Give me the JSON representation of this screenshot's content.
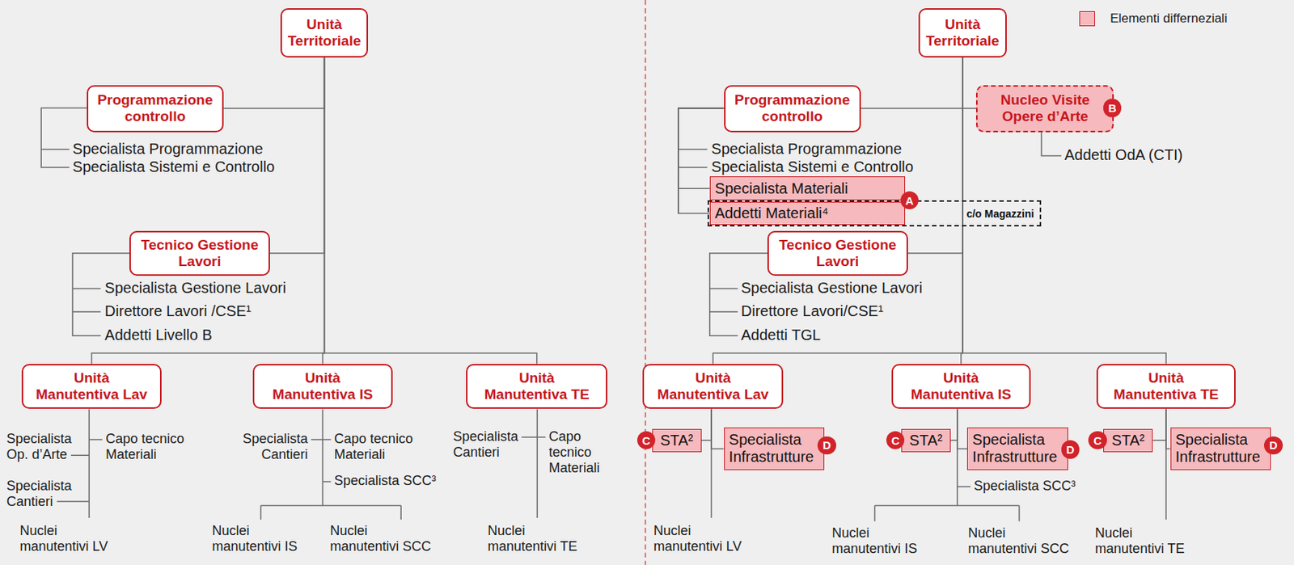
{
  "diagram": {
    "nodes": [
      {
        "text": [
          "Unità Territoriale"
        ]
      },
      {
        "text": [
          "Programmazione controllo"
        ]
      },
      {
        "text": [
          "Tecnico Gestione Lavori"
        ]
      },
      {
        "text": [
          "Unità Manutentiva Lav"
        ]
      },
      {
        "text": [
          "Unità Manutentiva IS"
        ]
      },
      {
        "text": [
          "Unità Manutentiva TE"
        ]
      },
      {
        "text": [
          "Unità Territoriale"
        ]
      },
      {
        "text": [
          "Programmazione controllo"
        ]
      },
      {
        "text": [
          "Nucleo Visite Opere d’Arte"
        ]
      },
      {
        "text": [
          "B"
        ]
      },
      {
        "text": [
          "Specialista Materiali"
        ]
      },
      {
        "text": [
          "c/o Magazzini"
        ]
      },
      {
        "text": [
          "Addetti Materiali⁴"
        ],
        "in": 11
      },
      {
        "text": [
          "A"
        ]
      },
      {
        "text": [
          "Tecnico Gestione Lavori"
        ]
      },
      {
        "text": [
          "Unità Manutentiva Lav"
        ]
      },
      {
        "text": [
          "C"
        ]
      },
      {
        "text": [
          "STA²"
        ]
      },
      {
        "text": [
          "Specialista Infrastrutture"
        ]
      },
      {
        "text": [
          "D"
        ]
      },
      {
        "text": [
          "Unità Manutentiva IS"
        ]
      },
      {
        "text": [
          "C"
        ]
      },
      {
        "text": [
          "STA²"
        ]
      },
      {
        "text": [
          "Specialista Infrastrutture"
        ]
      },
      {
        "text": [
          "D"
        ]
      },
      {
        "text": [
          "Unità Manutentiva TE"
        ]
      },
      {
        "text": [
          "C"
        ]
      },
      {
        "text": [
          "STA²"
        ]
      },
      {
        "text": [
          "Specialista Infrastrutture"
        ]
      },
      {
        "text": [
          "D"
        ]
      }
    ],
    "edges": [
      {
        "from": 0,
        "to": 1,
        "arrow": "none"
      },
      {
        "from": 0,
        "to": 2,
        "arrow": "none"
      },
      {
        "from": 0,
        "to": 3,
        "arrow": "none"
      },
      {
        "from": 0,
        "to": 4,
        "arrow": "none"
      },
      {
        "from": 0,
        "to": 5,
        "arrow": "none"
      },
      {
        "from": 6,
        "to": 7,
        "arrow": "none"
      },
      {
        "from": 6,
        "to": 8,
        "arrow": "none"
      },
      {
        "from": 7,
        "to": 10,
        "arrow": "none"
      },
      {
        "from": 7,
        "to": 12,
        "arrow": "none"
      },
      {
        "from": 6,
        "to": 14,
        "arrow": "none"
      },
      {
        "from": 6,
        "to": 15,
        "arrow": "none"
      },
      {
        "from": 6,
        "to": 20,
        "arrow": "none"
      },
      {
        "from": 6,
        "to": 25,
        "arrow": "none"
      },
      {
        "from": 15,
        "to": 17,
        "arrow": "none"
      },
      {
        "from": 15,
        "to": 18,
        "arrow": "none"
      },
      {
        "from": 20,
        "to": 22,
        "arrow": "none"
      },
      {
        "from": 20,
        "to": 23,
        "arrow": "none"
      },
      {
        "from": 25,
        "to": 27,
        "arrow": "none"
      },
      {
        "from": 25,
        "to": 28,
        "arrow": "none"
      }
    ],
    "labels": [
      "Specialista Programmazione",
      "Specialista Sistemi e Controllo",
      "Specialista Gestione Lavori",
      "Direttore Lavori /CSE¹",
      "Addetti Livello B",
      "Specialista Op. d’Arte",
      "Capo tecnico Materiali",
      "Specialista Cantieri",
      "Nuclei manutentivi LV",
      "Specialista Cantieri",
      "Capo tecnico Materiali",
      "Specialista SCC³",
      "Nuclei manutentivi IS",
      "Nuclei manutentivi SCC",
      "Specialista Cantieri",
      "Capo tecnico Materiali",
      "Nuclei manutentivi TE",
      "Specialista Programmazione",
      "Specialista Sistemi e Controllo",
      "Addetti OdA (CTI)",
      "Specialista Gestione Lavori",
      "Direttore Lavori/CSE¹",
      "Addetti TGL",
      "Nuclei manutentivi LV",
      "Specialista SCC³",
      "Nuclei manutentivi IS",
      "Nuclei manutentivi SCC",
      "Nuclei manutentivi TE"
    ],
    "legend": [
      {
        "text": "Elementi differneziali",
        "color": "#f6b9bd"
      }
    ]
  }
}
